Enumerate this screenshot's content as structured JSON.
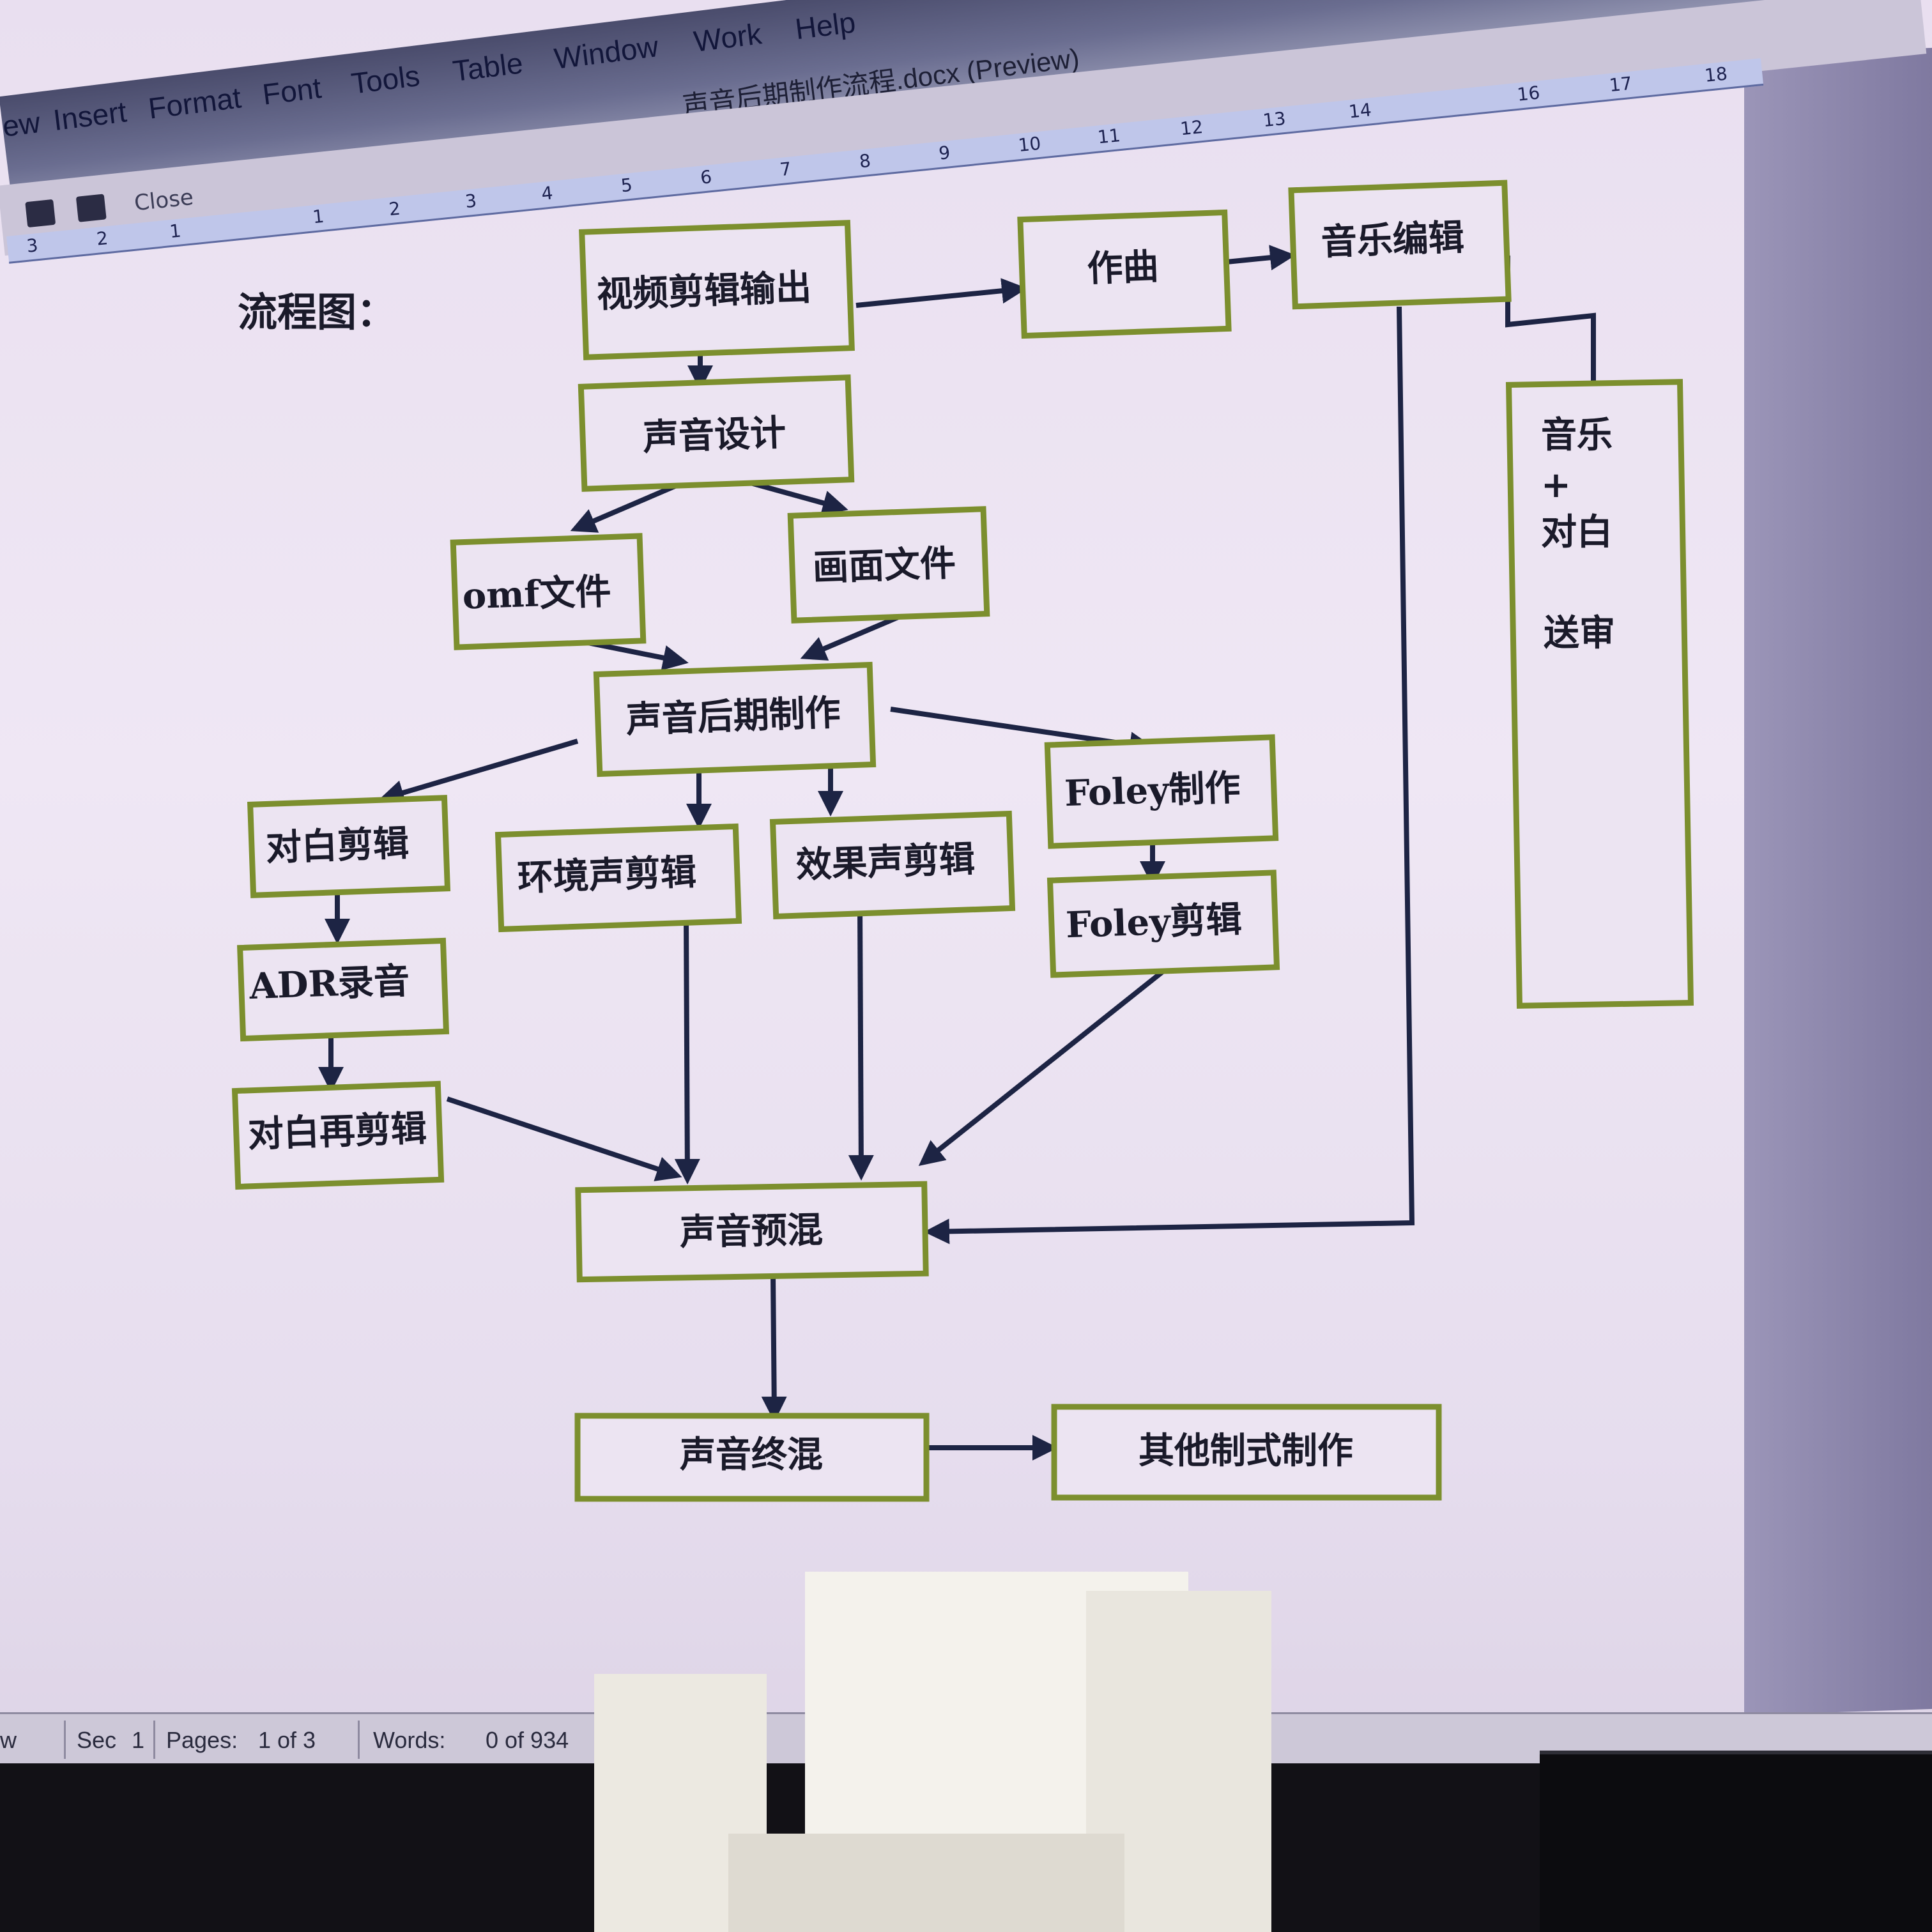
{
  "menu": {
    "items": [
      "ew",
      "Insert",
      "Format",
      "Font",
      "Tools",
      "Table",
      "Window",
      "Work",
      "Help"
    ],
    "doc_title": "声音后期制作流程.docx (Preview)"
  },
  "toolbar": {
    "close_label": "Close"
  },
  "ruler": {
    "labels": [
      "3",
      "2",
      "1",
      "1",
      "2",
      "3",
      "4",
      "5",
      "6",
      "7",
      "8",
      "9",
      "10",
      "11",
      "12",
      "13",
      "14",
      "16",
      "17",
      "18"
    ]
  },
  "flowchart": {
    "label": "流程图：",
    "nodes": {
      "video_edit": "视频剪辑输出",
      "compose": "作曲",
      "music_edit": "音乐编辑",
      "sound_design": "声音设计",
      "omf": "omf文件",
      "picture": "画面文件",
      "post": "声音后期制作",
      "foley_make": "Foley制作",
      "dialog_edit": "对白剪辑",
      "ambience_edit": "环境声剪辑",
      "fx_edit": "效果声剪辑",
      "foley_edit": "Foley剪辑",
      "adr": "ADR录音",
      "dialog_reedit": "对白再剪辑",
      "premix": "声音预混",
      "final_mix": "声音终混",
      "other_formats": "其他制式制作"
    },
    "review_box": {
      "line1": "音乐",
      "line2": "+",
      "line3": "对白",
      "line4": "送审"
    }
  },
  "statusbar": {
    "view": "w",
    "sec_label": "Sec",
    "sec_value": "1",
    "pages_label": "Pages:",
    "pages_value": "1 of 3",
    "words_label": "Words:",
    "words_value": "0 of 934"
  }
}
